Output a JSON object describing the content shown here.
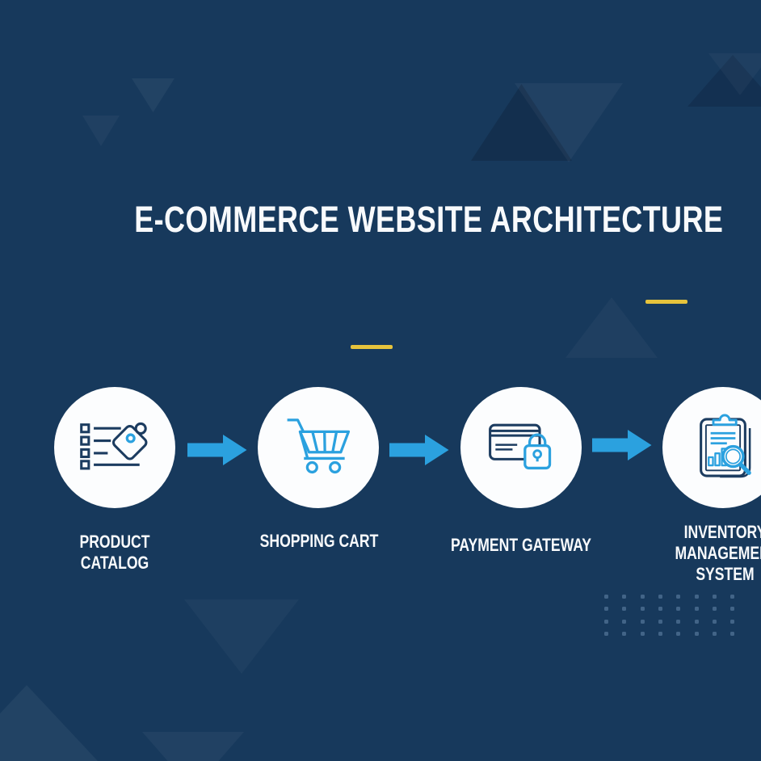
{
  "title": "E-COMMERCE WEBSITE ARCHITECTURE",
  "colors": {
    "background": "#17395C",
    "accent_blue": "#2BA1DF",
    "icon_navy": "#1C3C60",
    "accent_yellow": "#E6C33C",
    "circle_fill": "#FCFDFE",
    "text": "#F8FAFC"
  },
  "nodes": [
    {
      "id": "product-catalog",
      "label": "PRODUCT CATALOG",
      "icon": "product-catalog-icon"
    },
    {
      "id": "shopping-cart",
      "label": "SHOPPING CART",
      "icon": "shopping-cart-icon"
    },
    {
      "id": "payment-gateway",
      "label": "PAYMENT GATEWAY",
      "icon": "payment-gateway-icon"
    },
    {
      "id": "inventory-management",
      "label": "INVENTORY MANAGEMENT SYSTEM",
      "icon": "inventory-clipboard-search-icon"
    }
  ],
  "connectors": [
    {
      "icon": "arrow-right-icon"
    },
    {
      "icon": "arrow-right-icon"
    },
    {
      "icon": "arrow-right-icon"
    }
  ]
}
